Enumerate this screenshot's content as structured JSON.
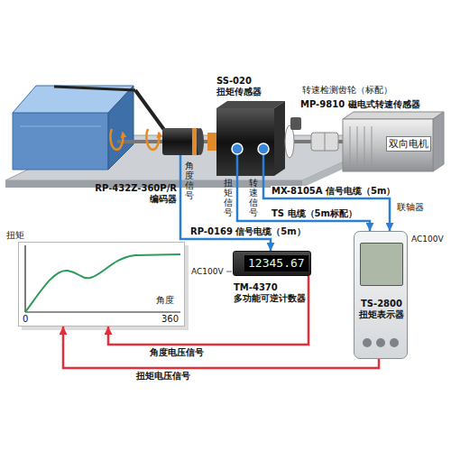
{
  "diagram": {
    "nodes": [
      {
        "text": [
          "RP-432Z-360P/R 编码器"
        ]
      },
      {
        "text": [
          "SS-020 扭矩传感器"
        ]
      },
      {
        "text": [
          "MP-9810 磁电式转速传感器"
        ]
      },
      {
        "text": [
          "双向电机"
        ]
      },
      {
        "text": [
          "12345.67",
          "TM-4370 多功能可逆计数器"
        ]
      },
      {
        "text": [
          "TS-2800 扭矩表示器"
        ]
      },
      {
        "text": [
          "扭矩",
          "角度",
          "0",
          "360"
        ]
      }
    ],
    "edges": [
      {
        "from": 0,
        "to": 4,
        "label": "RP-0169 信号电缆（5m）",
        "arrow": "to"
      },
      {
        "from": 1,
        "to": 5,
        "label": "TS 电缆（5m标配）",
        "arrow": "to"
      },
      {
        "from": 1,
        "to": 5,
        "label": "MX-8105A 信号电缆（5m）",
        "arrow": "to"
      },
      {
        "from": 4,
        "to": 6,
        "label": "角度电压信号",
        "arrow": "to"
      },
      {
        "from": 5,
        "to": 6,
        "label": "扭矩电压信号",
        "arrow": "to"
      }
    ],
    "labels": [
      "转速检测齿轮（标配）",
      "联轴器",
      "角度信号",
      "扭矩信号",
      "转速信号",
      "AC100V",
      "AC100V"
    ]
  }
}
